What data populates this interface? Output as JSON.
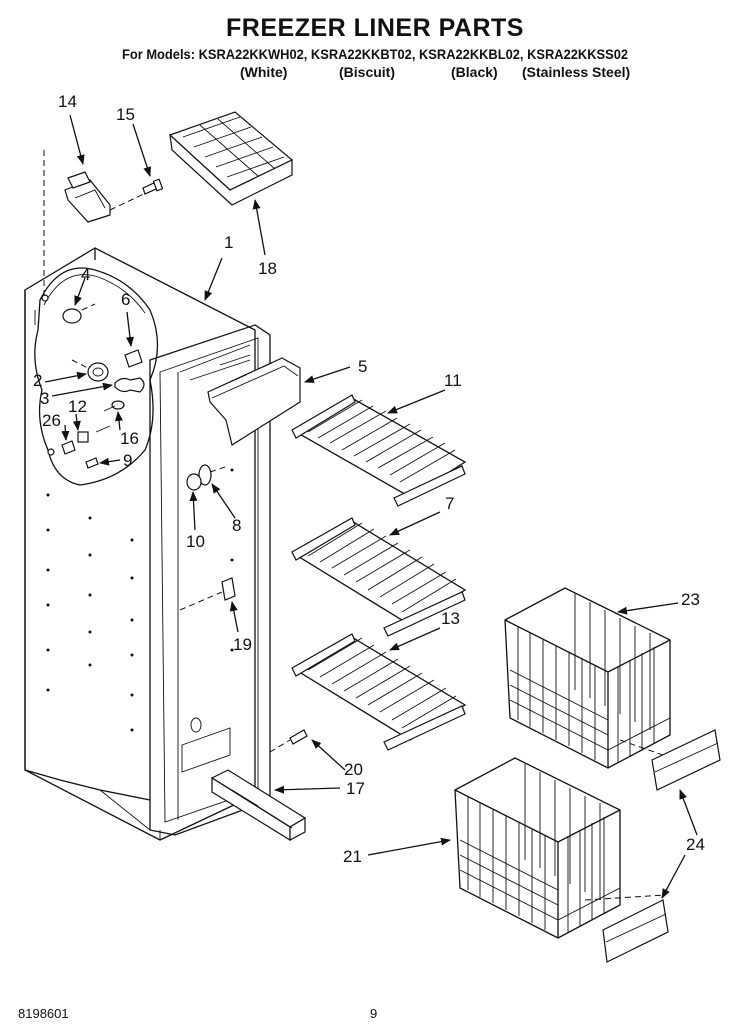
{
  "header": {
    "title": "FREEZER LINER PARTS",
    "models_line": "For Models: KSRA22KKWH02, KSRA22KKBT02, KSRA22KKBL02, KSRA22KKSS02",
    "colors": [
      "(White)",
      "(Biscuit)",
      "(Black)",
      "(Stainless Steel)"
    ]
  },
  "callouts": [
    "1",
    "2",
    "3",
    "4",
    "5",
    "6",
    "7",
    "8",
    "9",
    "10",
    "11",
    "12",
    "13",
    "14",
    "15",
    "16",
    "17",
    "18",
    "19",
    "20",
    "21",
    "23",
    "24",
    "26"
  ],
  "footer": {
    "doc_number": "8198601",
    "page": "9"
  }
}
